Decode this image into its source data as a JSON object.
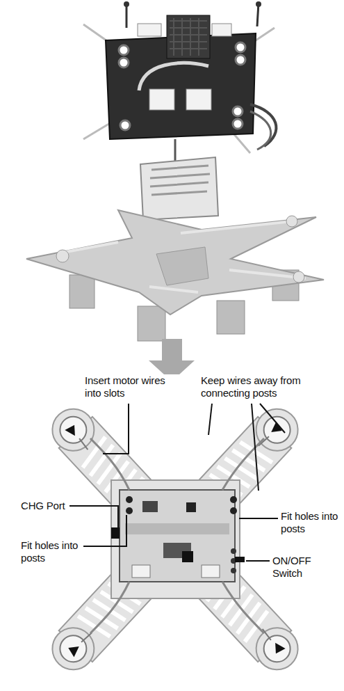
{
  "diagram": {
    "labels": [
      "Insert motor wires into slots",
      "Keep wires away from connecting posts",
      "CHG Port",
      "Fit holes into posts",
      "Fit holes into posts",
      "ON/OFF Switch"
    ]
  }
}
